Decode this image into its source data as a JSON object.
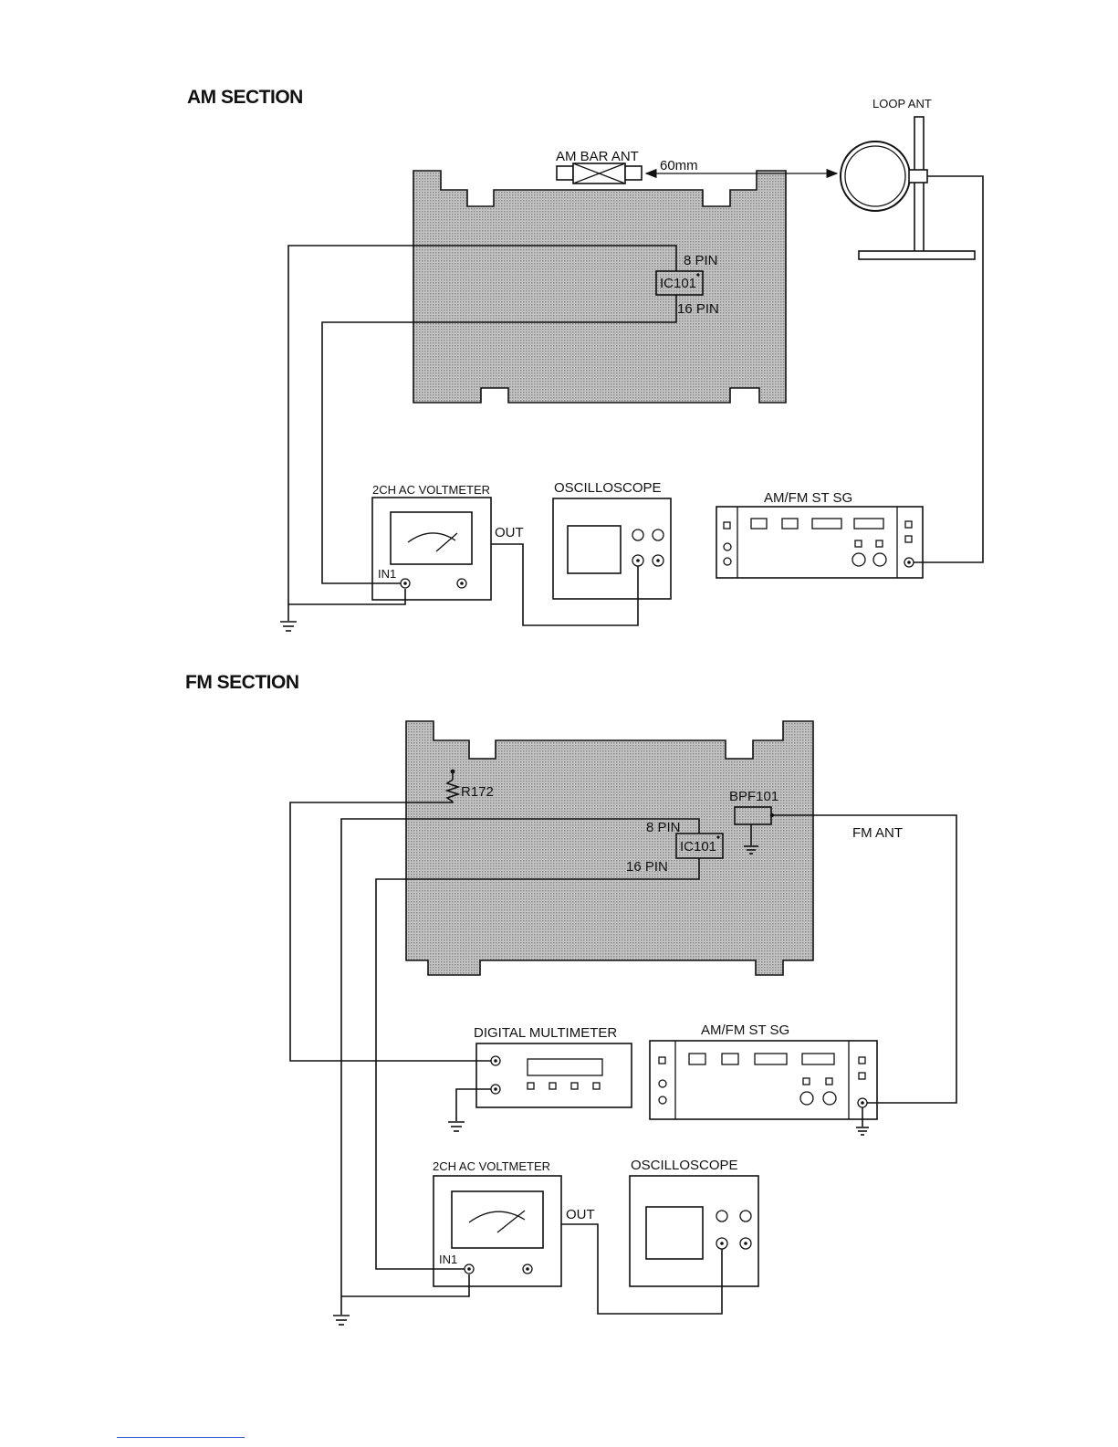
{
  "am_section": {
    "title": "AM SECTION",
    "loop_ant": "LOOP ANT",
    "am_bar_ant": "AM BAR ANT",
    "distance": "60mm",
    "pin8": "8 PIN",
    "ic": "IC101",
    "pin16": "16 PIN",
    "voltmeter": "2CH AC VOLTMETER",
    "in1": "IN1",
    "out": "OUT",
    "oscilloscope": "OSCILLOSCOPE",
    "signal_generator": "AM/FM ST SG"
  },
  "fm_section": {
    "title": "FM SECTION",
    "resistor": "R172",
    "bpf": "BPF101",
    "fm_ant": "FM ANT",
    "pin8": "8 PIN",
    "ic": "IC101",
    "pin16": "16 PIN",
    "multimeter": "DIGITAL MULTIMETER",
    "signal_generator": "AM/FM ST SG",
    "voltmeter": "2CH AC VOLTMETER",
    "in1": "IN1",
    "out": "OUT",
    "oscilloscope": "OSCILLOSCOPE"
  },
  "colors": {
    "line": "#111111",
    "pcb_fill": "#b8b8b8",
    "link": "#3355cc"
  }
}
